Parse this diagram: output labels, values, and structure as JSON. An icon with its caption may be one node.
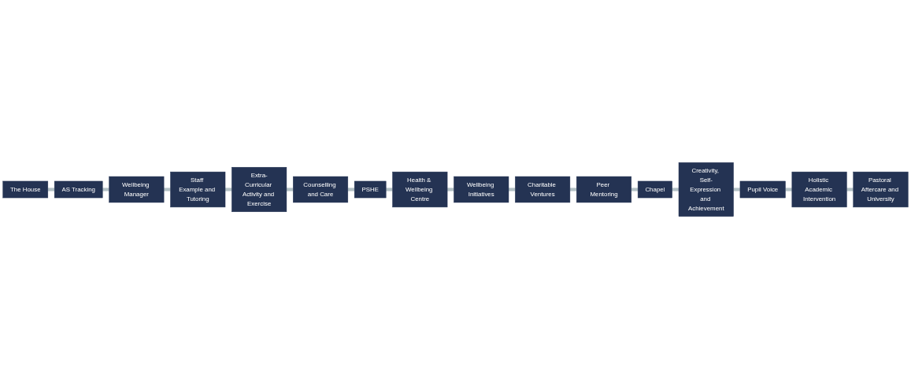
{
  "diagram": {
    "nodes": [
      {
        "text": [
          "The House"
        ]
      },
      {
        "text": [
          "AS Tracking"
        ]
      },
      {
        "text": [
          "Wellbeing Manager"
        ]
      },
      {
        "text": [
          "Staff Example and Tutoring"
        ]
      },
      {
        "text": [
          "Extra-Curricular Activity and Exercise"
        ]
      },
      {
        "text": [
          "Counselling and Care"
        ]
      },
      {
        "text": [
          "PSHE"
        ]
      },
      {
        "text": [
          "Health & Wellbeing Centre"
        ]
      },
      {
        "text": [
          "Wellbeing Initiatives"
        ]
      },
      {
        "text": [
          "Charitable Ventures"
        ]
      },
      {
        "text": [
          "Peer Mentoring"
        ]
      },
      {
        "text": [
          "Chapel"
        ]
      },
      {
        "text": [
          "Creativity, Self-Expression and Achievement"
        ]
      },
      {
        "text": [
          "Pupil Voice"
        ]
      },
      {
        "text": [
          "Holistic Academic Intervention"
        ]
      },
      {
        "text": [
          "Pastoral Aftercare and University"
        ]
      }
    ],
    "edges": [
      {
        "from": 0,
        "to": 1,
        "arrow": "none"
      },
      {
        "from": 1,
        "to": 2,
        "arrow": "none"
      },
      {
        "from": 2,
        "to": 3,
        "arrow": "none"
      },
      {
        "from": 3,
        "to": 4,
        "arrow": "none"
      },
      {
        "from": 4,
        "to": 5,
        "arrow": "none"
      },
      {
        "from": 5,
        "to": 6,
        "arrow": "none"
      },
      {
        "from": 6,
        "to": 7,
        "arrow": "none"
      },
      {
        "from": 7,
        "to": 8,
        "arrow": "none"
      },
      {
        "from": 8,
        "to": 9,
        "arrow": "none"
      },
      {
        "from": 9,
        "to": 10,
        "arrow": "none"
      },
      {
        "from": 10,
        "to": 11,
        "arrow": "none"
      },
      {
        "from": 11,
        "to": 12,
        "arrow": "none"
      },
      {
        "from": 12,
        "to": 13,
        "arrow": "none"
      },
      {
        "from": 13,
        "to": 14,
        "arrow": "none"
      },
      {
        "from": 14,
        "to": 15,
        "arrow": "none"
      }
    ]
  }
}
